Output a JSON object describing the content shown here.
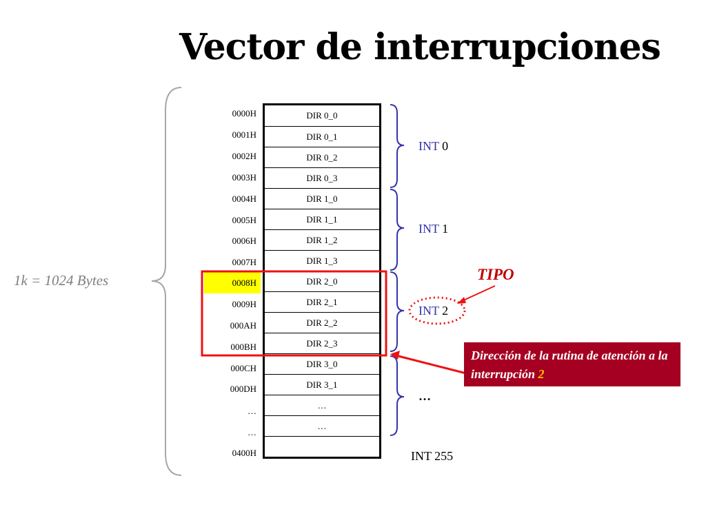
{
  "title": "Vector de interrupciones",
  "size_label": "1k = 1024 Bytes",
  "rows": [
    {
      "addr": "0000H",
      "value": "DIR 0_0"
    },
    {
      "addr": "0001H",
      "value": "DIR 0_1"
    },
    {
      "addr": "0002H",
      "value": "DIR 0_2"
    },
    {
      "addr": "0003H",
      "value": "DIR 0_3"
    },
    {
      "addr": "0004H",
      "value": "DIR 1_0"
    },
    {
      "addr": "0005H",
      "value": "DIR 1_1"
    },
    {
      "addr": "0006H",
      "value": "DIR 1_2"
    },
    {
      "addr": "0007H",
      "value": "DIR 1_3"
    },
    {
      "addr": "0008H",
      "value": "DIR 2_0"
    },
    {
      "addr": "0009H",
      "value": "DIR 2_1"
    },
    {
      "addr": "000AH",
      "value": "DIR 2_2"
    },
    {
      "addr": "000BH",
      "value": "DIR 2_3"
    },
    {
      "addr": "000CH",
      "value": "DIR 3_0"
    },
    {
      "addr": "000DH",
      "value": "DIR 3_1"
    },
    {
      "addr": "…",
      "value": "…"
    },
    {
      "addr": "…",
      "value": "…"
    },
    {
      "addr": "0400H",
      "value": ""
    }
  ],
  "interrupts": [
    {
      "word": "INT",
      "num": "0"
    },
    {
      "word": "INT",
      "num": "1"
    },
    {
      "word": "INT",
      "num": "2"
    }
  ],
  "dots": "…",
  "int_last": "INT 255",
  "tipo": "TIPO",
  "callout": {
    "text": "Dirección de la rutina de atención a la interrupción",
    "highlight": "2"
  },
  "colors": {
    "highlight_row": "#ffff00",
    "frame": "#ee1111",
    "int_word": "#3333aa",
    "callout_bg": "#a50021",
    "callout_highlight": "#ffc000",
    "brace": "#3333aa",
    "size_brace": "#a6a6a6"
  }
}
